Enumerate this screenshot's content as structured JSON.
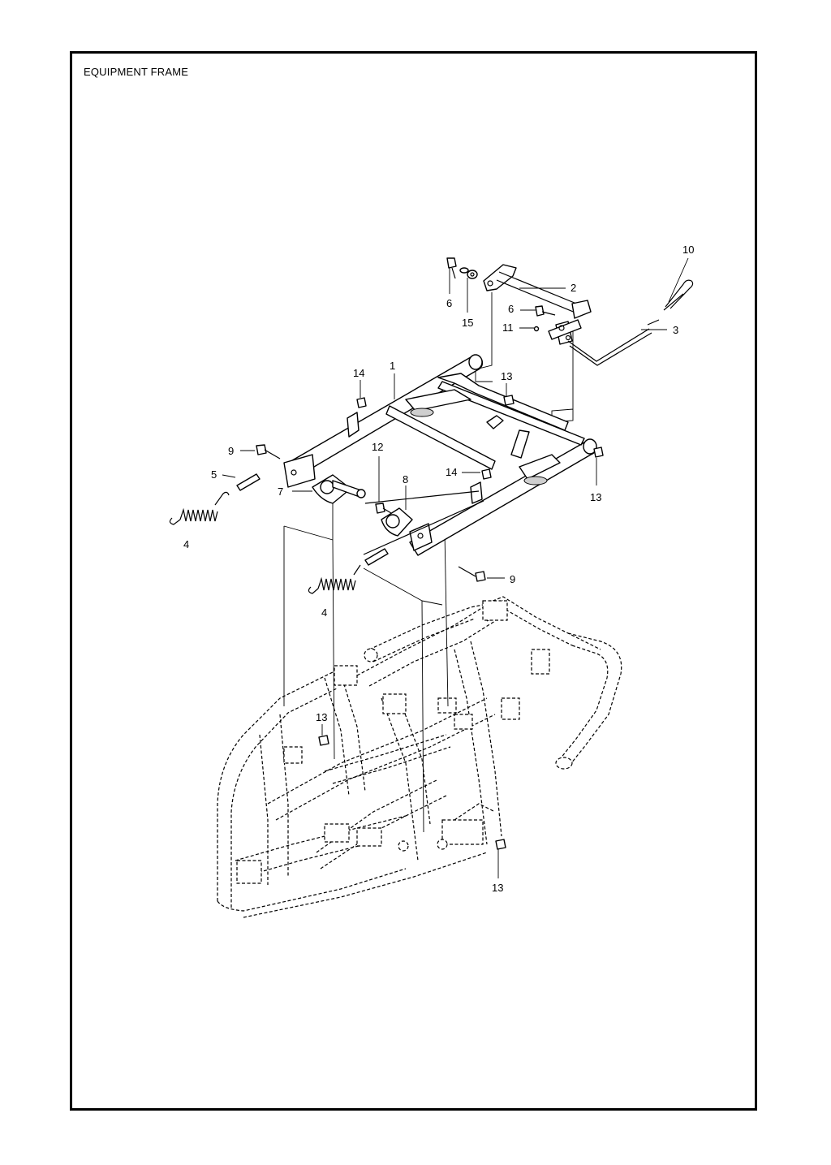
{
  "title": "EQUIPMENT FRAME",
  "callouts": [
    {
      "id": "c-1",
      "label": "1"
    },
    {
      "id": "c-2",
      "label": "2"
    },
    {
      "id": "c-3",
      "label": "3"
    },
    {
      "id": "c-4a",
      "label": "4"
    },
    {
      "id": "c-4b",
      "label": "4"
    },
    {
      "id": "c-5",
      "label": "5"
    },
    {
      "id": "c-6a",
      "label": "6"
    },
    {
      "id": "c-6b",
      "label": "6"
    },
    {
      "id": "c-7",
      "label": "7"
    },
    {
      "id": "c-8",
      "label": "8"
    },
    {
      "id": "c-9a",
      "label": "9"
    },
    {
      "id": "c-9b",
      "label": "9"
    },
    {
      "id": "c-10",
      "label": "10"
    },
    {
      "id": "c-11",
      "label": "11"
    },
    {
      "id": "c-12",
      "label": "12"
    },
    {
      "id": "c-13a",
      "label": "13"
    },
    {
      "id": "c-13b",
      "label": "13"
    },
    {
      "id": "c-13c",
      "label": "13"
    },
    {
      "id": "c-13d",
      "label": "13"
    },
    {
      "id": "c-14a",
      "label": "14"
    },
    {
      "id": "c-14b",
      "label": "14"
    },
    {
      "id": "c-15",
      "label": "15"
    }
  ]
}
